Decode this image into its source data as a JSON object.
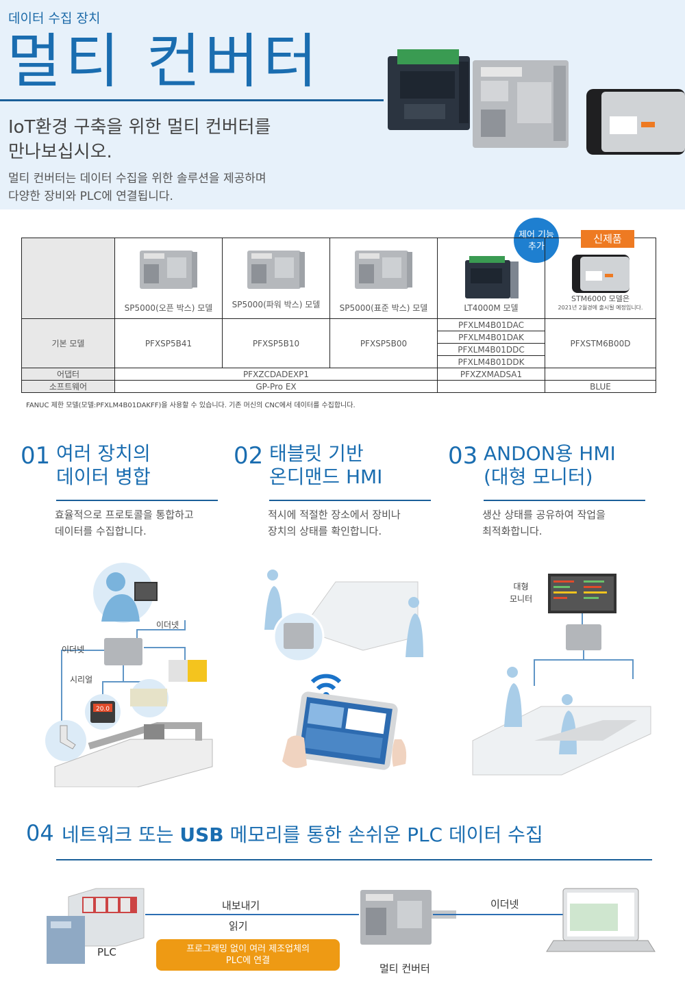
{
  "hero": {
    "subtitle": "데이터 수집 장치",
    "title": "멀티 컨버터",
    "headline_line1": "IoT환경 구축을 위한 멀티 컨버터를",
    "headline_line2": "만나보십시오.",
    "desc_line1": "멀티 컨버터는 데이터 수집을 위한 솔루션을 제공하며",
    "desc_line2": "다양한 장비와 PLC에 연결됩니다."
  },
  "badges": {
    "new": "신제품",
    "control_line1": "제어 기능",
    "control_line2": "추가"
  },
  "table": {
    "products": [
      "SP5000(오픈 박스) 모델",
      "SP5000(파워 박스) 모델",
      "SP5000(표준 박스) 모델",
      "LT4000M 모델"
    ],
    "stm_note_line1": "STM6000 모델은",
    "stm_note_line2": "2021년 2월경에 출시될 예정입니다.",
    "row_labels": {
      "basic": "기본 모델",
      "adapter": "어댑터",
      "software": "소프트웨어"
    },
    "basic_models": [
      "PFXSP5B41",
      "PFXSP5B10",
      "PFXSP5B00"
    ],
    "lt_models": [
      "PFXLM4B01DAC",
      "PFXLM4B01DAK",
      "PFXLM4B01DDC",
      "PFXLM4B01DDK"
    ],
    "stm_model": "PFXSTM6B00D",
    "adapter_sp": "PFXZCDADEXP1",
    "adapter_lt": "PFXZXMADSA1",
    "software_sp": "GP-Pro EX",
    "software_stm": "BLUE",
    "note": "FANUC 제한 모델(모델:PFXLM4B01DAKFF)을 사용할 수 있습니다. 기존 머신의 CNC에서 데이터를 수집합니다."
  },
  "features": [
    {
      "num": "01",
      "title": "여러 장치의\n데이터 병합",
      "desc": "효율적으로 프로토콜을 통합하고\n데이터를 수집합니다."
    },
    {
      "num": "02",
      "title": "태블릿 기반\n온디맨드 HMI",
      "desc": "적시에 적절한 장소에서 장비나\n장치의 상태를 확인합니다."
    },
    {
      "num": "03",
      "title": "ANDON용 HMI\n(대형 모니터)",
      "desc": "생산 상태를 공유하여 작업을\n최적화합니다."
    }
  ],
  "illus1": {
    "ethernet_a": "이더넷",
    "ethernet_b": "이더넷",
    "serial": "시리얼",
    "lcd_value": "20.0"
  },
  "illus3": {
    "monitor_label": "대형\n모니터"
  },
  "section4": {
    "num": "04",
    "title_pre": "네트워크 또는 ",
    "title_bold": "USB",
    "title_post": " 메모리를 통한 손쉬운 PLC 데이터 수집",
    "export": "내보내기",
    "read": "읽기",
    "plc": "PLC",
    "ethernet": "이더넷",
    "multi_converter": "멀티 컨버터",
    "callout_line1": "프로그래밍 없이 여러 제조업체의",
    "callout_line2": "PLC에 연결"
  },
  "colors": {
    "accent": "#1a6db0",
    "orange": "#ee7a22",
    "hero_bg": "#e7f1fa"
  }
}
